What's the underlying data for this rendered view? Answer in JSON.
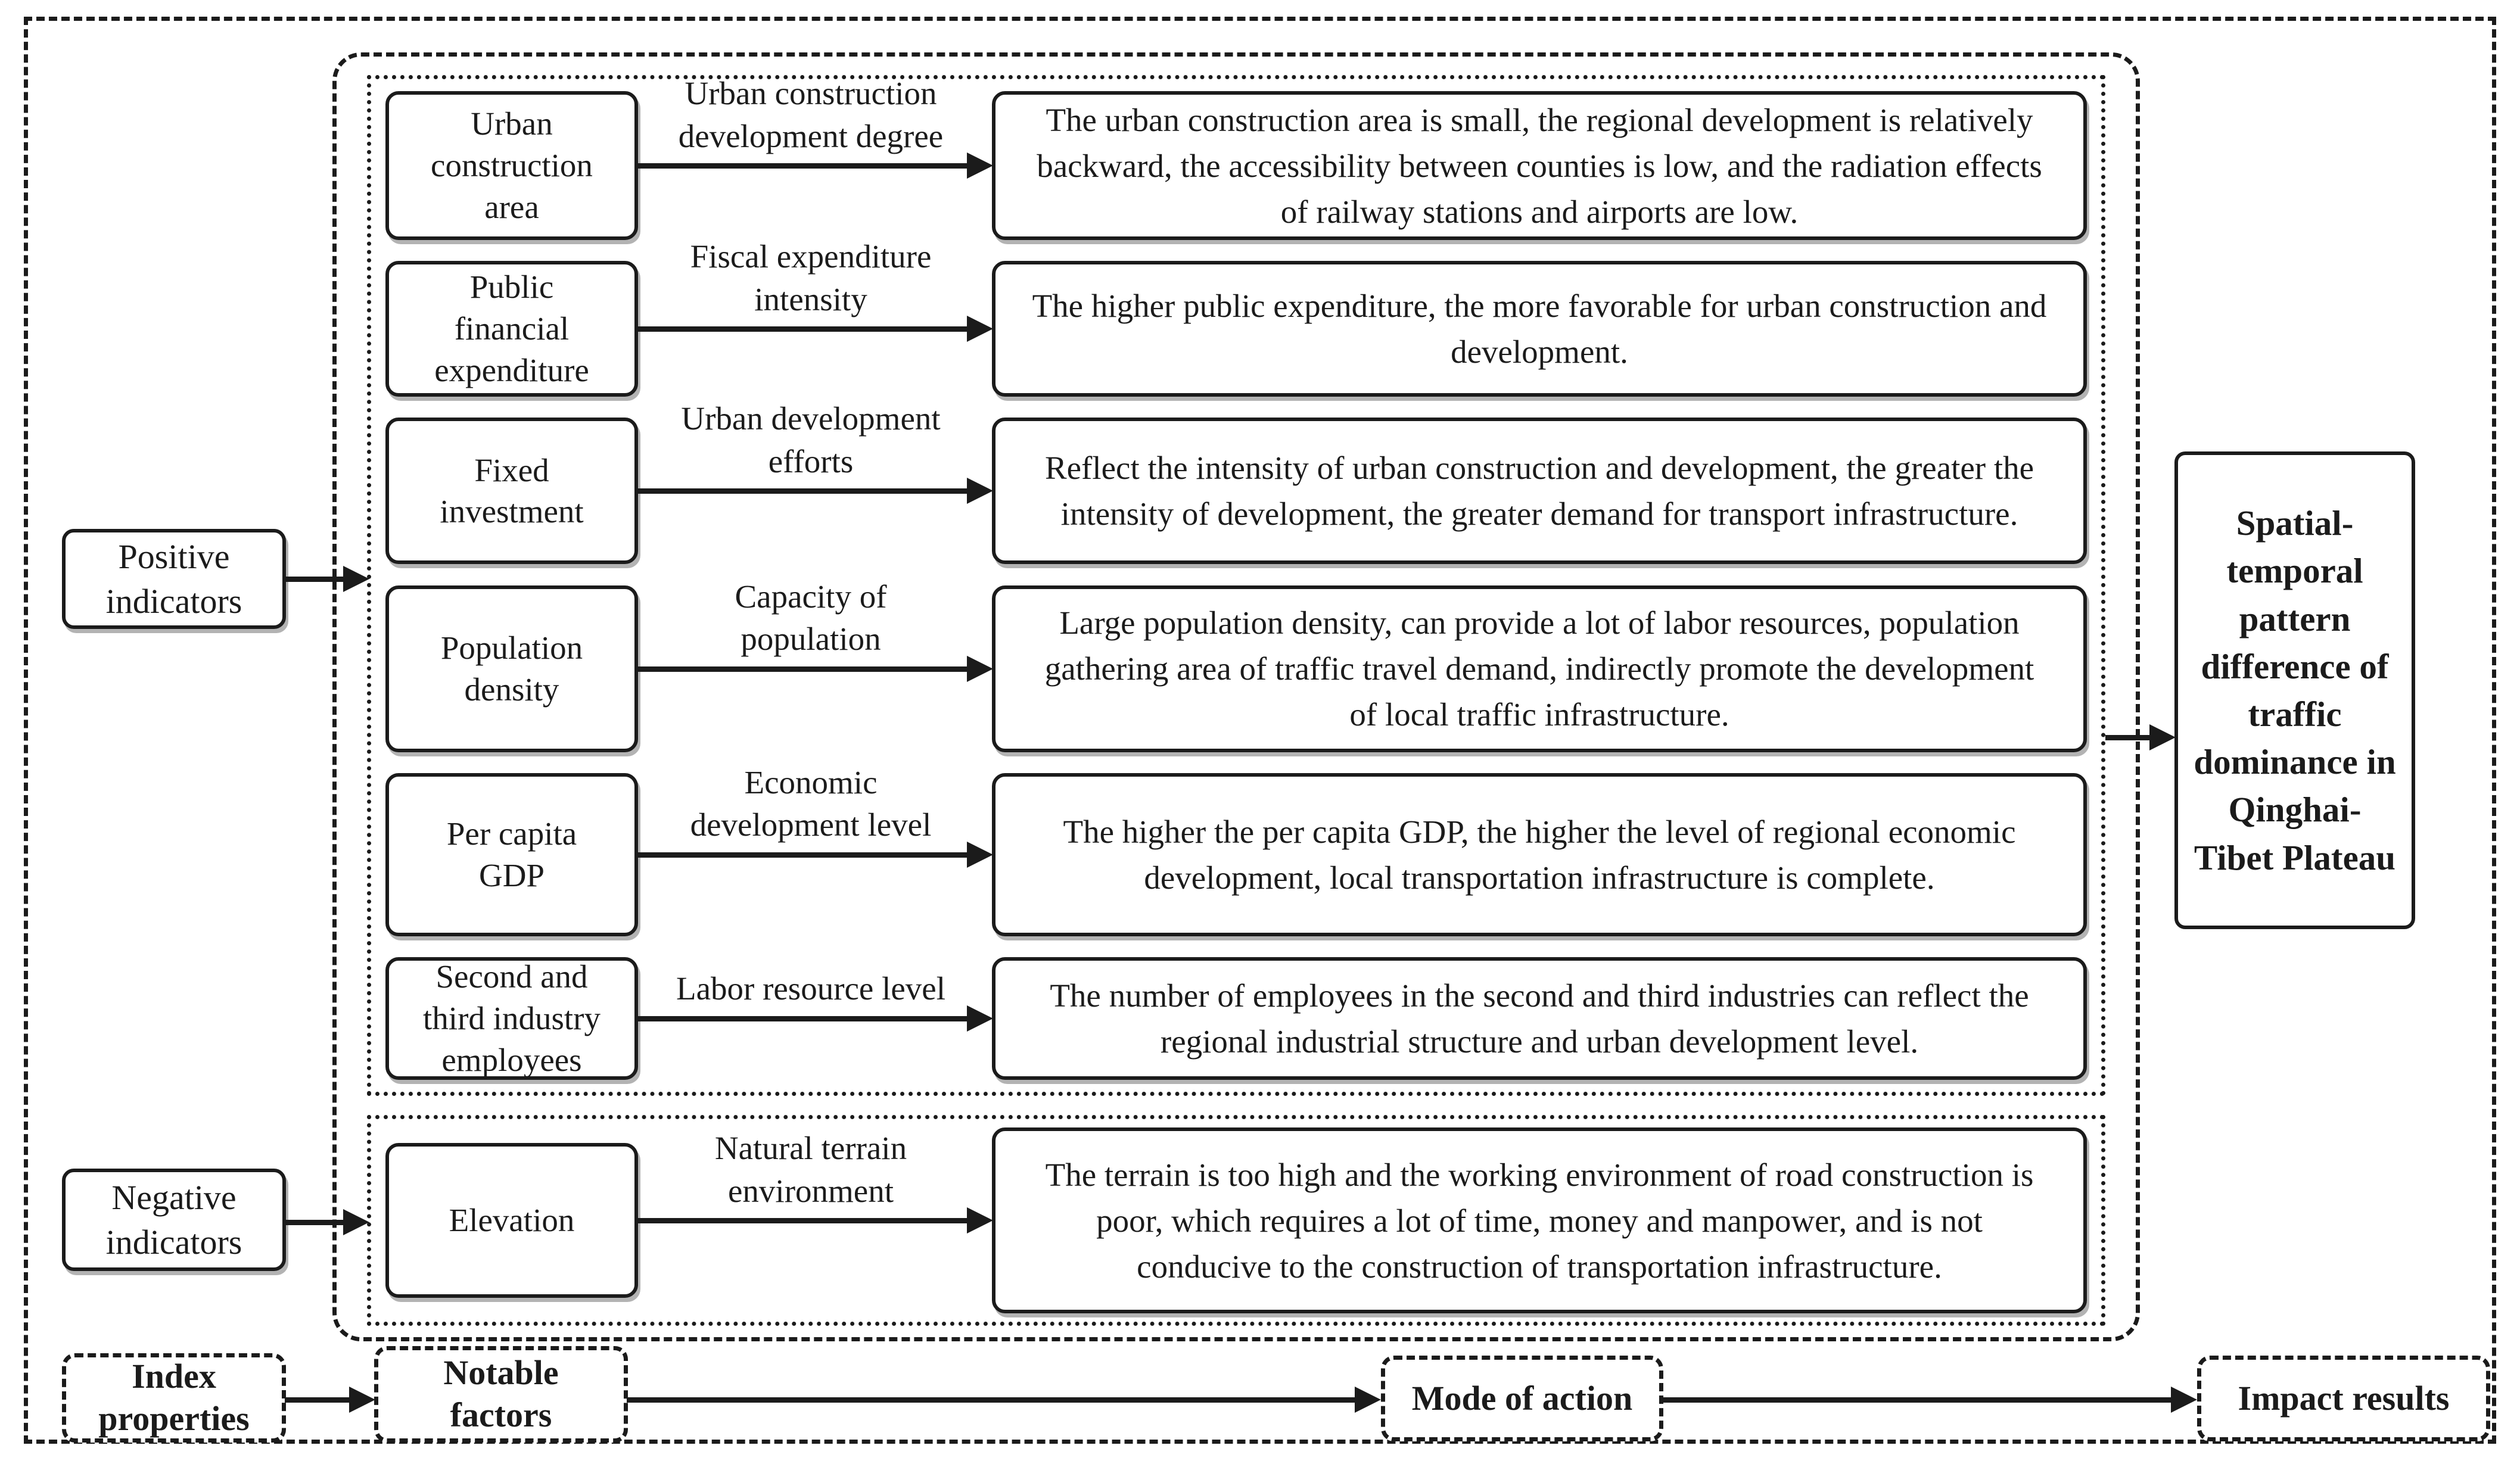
{
  "colors": {
    "ink": "#1b1b1b",
    "paper": "#ffffff"
  },
  "left_labels": {
    "positive": "Positive\nindicators",
    "negative": "Negative\nindicators"
  },
  "positive_rows": [
    {
      "indicator": "Urban\nconstruction\narea",
      "mode": "Urban construction\ndevelopment degree",
      "description": "The urban construction area is small, the regional development is relatively backward, the accessibility between counties is low, and the radiation effects of railway stations and airports are low."
    },
    {
      "indicator": "Public\nfinancial\nexpenditure",
      "mode": "Fiscal expenditure\nintensity",
      "description": "The higher public expenditure, the more favorable for urban construction and development."
    },
    {
      "indicator": "Fixed\ninvestment",
      "mode": "Urban development\nefforts",
      "description": "Reflect the intensity of urban construction and development, the greater the intensity of development, the greater demand for transport infrastructure."
    },
    {
      "indicator": "Population\ndensity",
      "mode": "Capacity of\npopulation",
      "description": "Large population density, can provide a lot of labor resources, population gathering area of traffic travel demand, indirectly promote the development of local traffic infrastructure."
    },
    {
      "indicator": "Per capita\nGDP",
      "mode": "Economic\ndevelopment level",
      "description": "The higher the per capita GDP, the higher the level of regional economic development, local transportation infrastructure is complete."
    },
    {
      "indicator": "Second and\nthird industry\nemployees",
      "mode": "Labor resource level",
      "description": "The number of employees in the second and third industries can reflect the regional industrial structure and urban development level."
    }
  ],
  "negative_rows": [
    {
      "indicator": "Elevation",
      "mode": "Natural terrain\nenvironment",
      "description": "The terrain is too high and the working environment of road construction is poor, which requires a lot of time, money and manpower, and is not conducive to the construction of transportation infrastructure."
    }
  ],
  "outcome": "Spatial-\ntemporal\npattern\ndifference of\ntraffic\ndominance in\nQinghai-\nTibet Plateau",
  "legend": {
    "index_properties": "Index\nproperties",
    "notable_factors": "Notable\nfactors",
    "mode_of_action": "Mode of action",
    "impact_results": "Impact results"
  }
}
